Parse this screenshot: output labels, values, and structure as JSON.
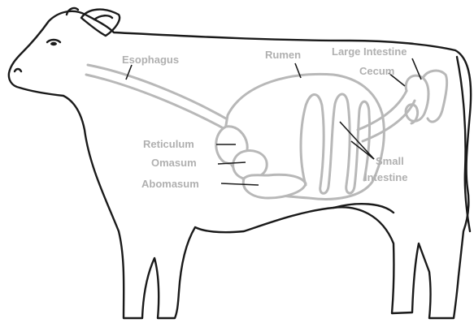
{
  "labels": {
    "esophagus": "Esophagus",
    "rumen": "Rumen",
    "large_intestine": "Large Intestine",
    "cecum": "Cecum",
    "reticulum": "Reticulum",
    "omasum": "Omasum",
    "abomasum": "Abomasum",
    "small_intestine_line1": "Small",
    "small_intestine_line2": "Intestine"
  },
  "colors": {
    "outline": "#1a1a1a",
    "organ_stroke": "#b8b8b8",
    "label_text": "#b0b0b0",
    "background": "#ffffff"
  }
}
